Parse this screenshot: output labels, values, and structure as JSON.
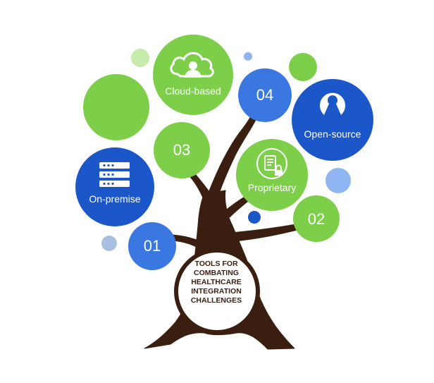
{
  "center": {
    "lines": [
      "TOOLS FOR",
      "COMBATING",
      "HEALTHCARE",
      "INTEGRATION",
      "CHALLENGES"
    ]
  },
  "items": [
    {
      "number": "01",
      "label": "On-premise",
      "icon": "server-icon",
      "color": "#1b57c8"
    },
    {
      "number": "02",
      "label": "Proprietary",
      "icon": "locked-document-icon",
      "color": "#7dcf4a"
    },
    {
      "number": "03",
      "label": "Cloud-based",
      "icon": "cloud-user-icon",
      "color": "#7dcf4a"
    },
    {
      "number": "04",
      "label": "Open-source",
      "icon": "open-source-icon",
      "color": "#1b57c8"
    }
  ],
  "colors": {
    "trunk": "#3a1e0f",
    "green": "#7dcf4a",
    "light_green": "#c8ecab",
    "blue": "#1b57c8",
    "mid_blue": "#3a77e0",
    "light_blue": "#8fb6f3",
    "pale_blue": "#a9bfe0"
  }
}
